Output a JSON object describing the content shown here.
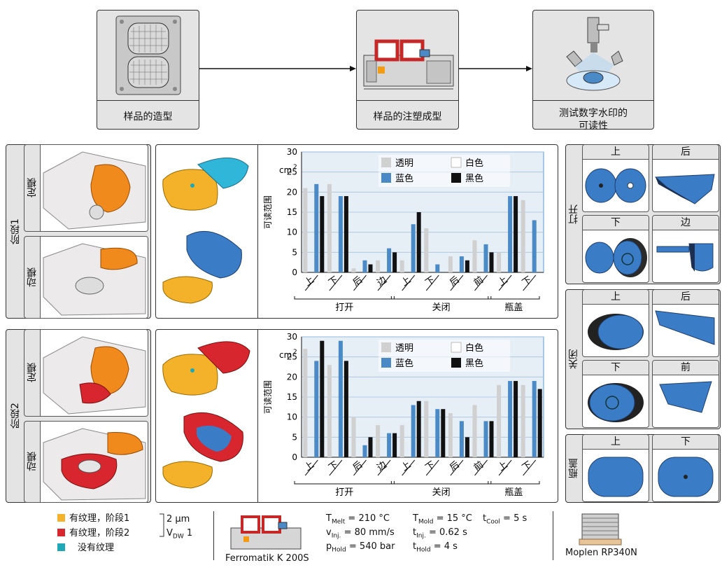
{
  "flow": {
    "step1": "样品的造型",
    "step2": "样品的注塑成型",
    "step3_line1": "测试数字水印的",
    "step3_line2": "可读性"
  },
  "stages": {
    "stage1": "阶段1",
    "stage2": "阶段2",
    "fixed_mold": "定模",
    "moving_mold": "动模"
  },
  "views": {
    "open": "打开",
    "closed": "关闭",
    "cap": "瓶盖",
    "top": "上",
    "bottom": "下",
    "back": "后",
    "side": "边",
    "front": "前"
  },
  "legend": {
    "textured_stage1": "有纹理，阶段1",
    "textured_stage2": "有纹理，阶段2",
    "untextured": "没有纹理",
    "roughness": "2 µm",
    "vdw": "V",
    "vdw_sub": "DW",
    "vdw_val": " 1"
  },
  "colors": {
    "stage1": "#f3b229",
    "stage2": "#d8262e",
    "untextured": "#1fa8b8",
    "transparent": "#d0d0d0",
    "white": "#ffffff",
    "blue": "#4a8ac7",
    "black": "#111111",
    "plot_bg": "#e6eef6"
  },
  "machine": {
    "name": "Ferromatik K 200S",
    "t_melt": "T",
    "t_melt_sub": "Melt",
    "t_melt_val": " = 210 °C",
    "v_inj": "v",
    "v_inj_sub": "Inj.",
    "v_inj_val": " = 80 mm/s",
    "p_hold": "p",
    "p_hold_sub": "Hold",
    "p_hold_val": " = 540 bar",
    "t_mold": "T",
    "t_mold_sub": "Mold",
    "t_mold_val": " = 15 °C",
    "t_inj": "t",
    "t_inj_sub": "Inj.",
    "t_inj_val": " = 0.62 s",
    "t_hold": "t",
    "t_hold_sub": "Hold",
    "t_hold_val": " = 4 s",
    "t_cool": "t",
    "t_cool_sub": "Cool",
    "t_cool_val": " = 5 s"
  },
  "material": {
    "name": "Moplen RP340N"
  },
  "chart_data": [
    {
      "type": "bar",
      "ylabel": "可读范围",
      "unit": "cm",
      "unit_sup": "2",
      "ylim": [
        0,
        30
      ],
      "yticks": [
        0,
        5,
        10,
        15,
        20,
        25,
        30
      ],
      "grid": true,
      "categories": [
        "上",
        "下",
        "后",
        "边",
        "上",
        "下",
        "后",
        "前",
        "上",
        "下"
      ],
      "groups": [
        {
          "label": "打开",
          "span": [
            0,
            3
          ]
        },
        {
          "label": "关闭",
          "span": [
            4,
            7
          ]
        },
        {
          "label": "瓶盖",
          "span": [
            8,
            9
          ]
        }
      ],
      "series": [
        {
          "name": "透明",
          "values": [
            21,
            22,
            1,
            3,
            3,
            11,
            4,
            8,
            5,
            18
          ]
        },
        {
          "name": "白色",
          "values": [
            0,
            0,
            0,
            0,
            0,
            0,
            0,
            0,
            0,
            0
          ]
        },
        {
          "name": "蓝色",
          "values": [
            22,
            19,
            3,
            6,
            12,
            2,
            4,
            7,
            19,
            13
          ]
        },
        {
          "name": "黑色",
          "values": [
            19,
            19,
            2,
            5,
            15,
            0,
            3,
            5,
            19,
            0
          ]
        }
      ],
      "legend_placement": "top"
    },
    {
      "type": "bar",
      "ylabel": "可读范围",
      "unit": "cm",
      "unit_sup": "2",
      "ylim": [
        0,
        30
      ],
      "yticks": [
        0,
        5,
        10,
        15,
        20,
        25,
        30
      ],
      "grid": true,
      "categories": [
        "上",
        "下",
        "后",
        "边",
        "上",
        "下",
        "后",
        "前",
        "上",
        "下"
      ],
      "groups": [
        {
          "label": "打开",
          "span": [
            0,
            3
          ]
        },
        {
          "label": "关闭",
          "span": [
            4,
            7
          ]
        },
        {
          "label": "瓶盖",
          "span": [
            8,
            9
          ]
        }
      ],
      "series": [
        {
          "name": "透明",
          "values": [
            27,
            23,
            10,
            8,
            8,
            14,
            11,
            13,
            18,
            18
          ]
        },
        {
          "name": "白色",
          "values": [
            0,
            0,
            0,
            0,
            0,
            0,
            0,
            0,
            0,
            0
          ]
        },
        {
          "name": "蓝色",
          "values": [
            24,
            29,
            3,
            6,
            13,
            12,
            9,
            9,
            19,
            19
          ]
        },
        {
          "name": "黑色",
          "values": [
            29,
            24,
            5,
            6,
            14,
            12,
            5,
            9,
            19,
            17
          ]
        }
      ],
      "legend_placement": "top"
    }
  ]
}
